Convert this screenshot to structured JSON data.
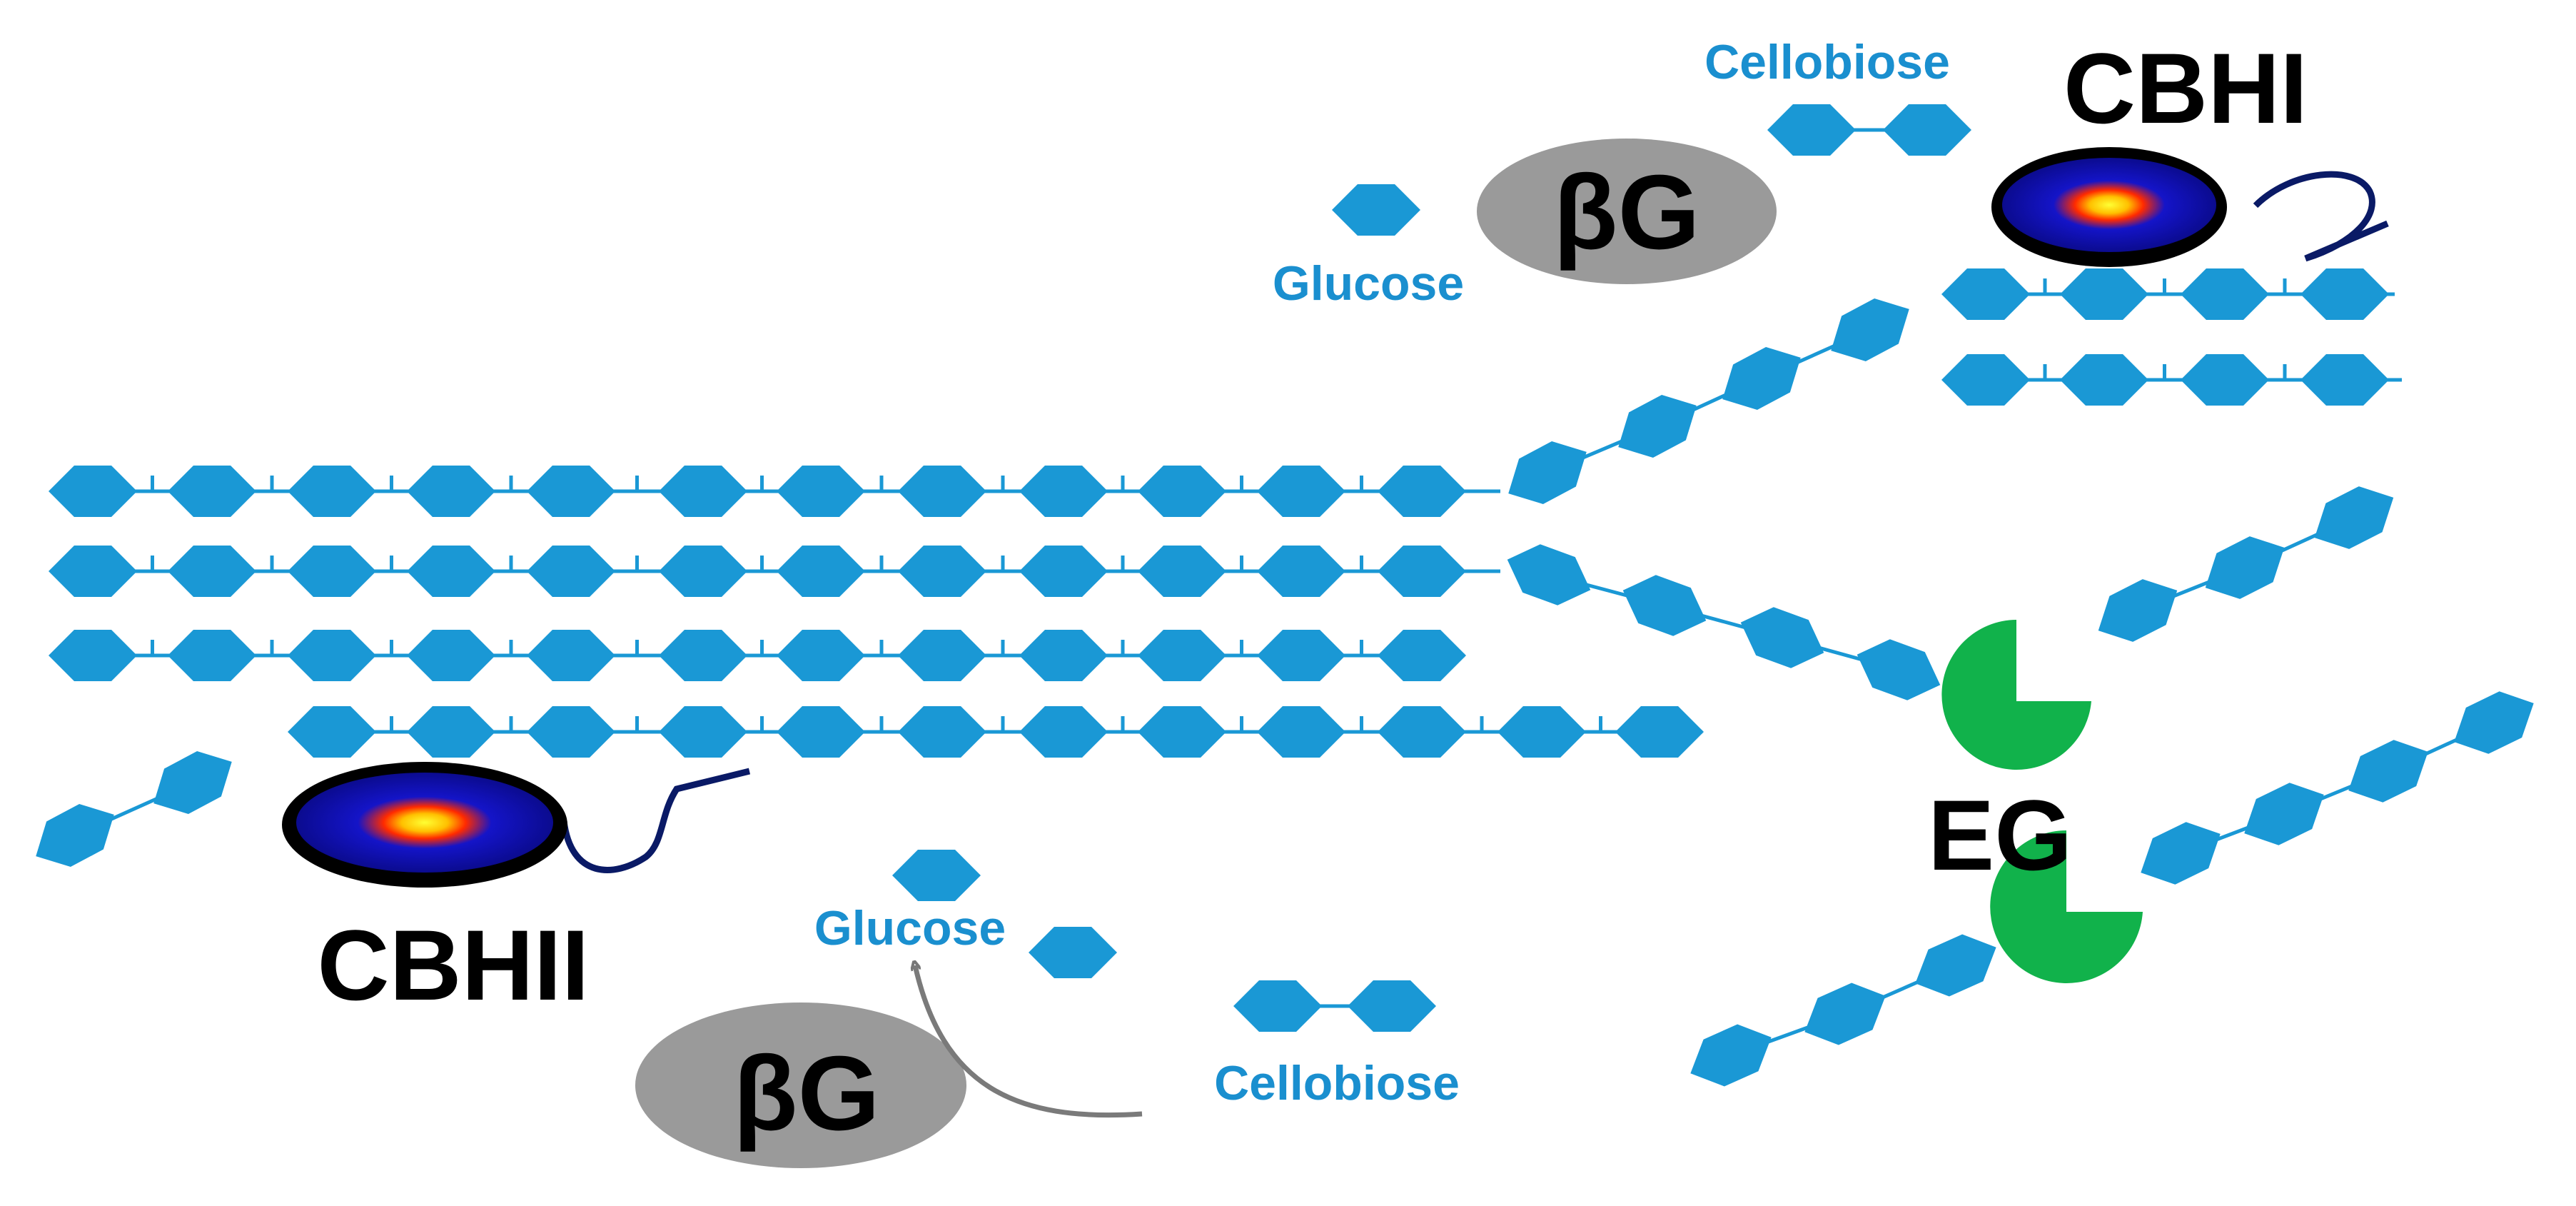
{
  "colors": {
    "glucose_unit": "#1a98d5",
    "label_blue": "#1a8fcf",
    "beta_glucosidase": "#999999",
    "endoglucanase": "#11b24b",
    "cbh_body": "#0c0ca0",
    "cbh_core": "#ff2a00",
    "linker": "#0a1a66",
    "arrow": "#777777",
    "text_dark": "#000000"
  },
  "labels": {
    "cellobiose_top": "Cellobiose",
    "glucose_top": "Glucose",
    "bg_top": "βG",
    "cbhi": "CBHI",
    "eg": "EG",
    "cbhii": "CBHII",
    "glucose_bottom": "Glucose",
    "bg_bottom": "βG",
    "cellobiose_bottom": "Cellobiose"
  },
  "icons": {
    "glucose": "hexagon-icon",
    "cbh": "cellobiohydrolase-icon",
    "eg": "pacman-icon",
    "bg": "ellipse-icon",
    "arrow": "curved-arrow-icon"
  }
}
